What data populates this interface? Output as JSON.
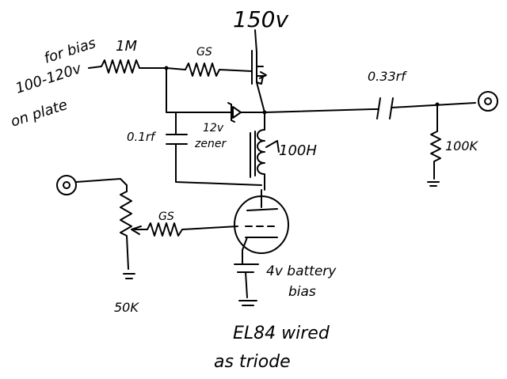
{
  "labels": {
    "supply": "150v",
    "bias_note_1": "for bias",
    "bias_note_2": "100-120v",
    "bias_note_3": "on plate",
    "r_1m": "1M",
    "r_gs_top": "GS",
    "c_033": "0.33rf",
    "c_01": "0.1rf",
    "zener_1": "12v",
    "zener_2": "zener",
    "inductor": "100H",
    "r_100k": "100K",
    "r_gs_grid": "GS",
    "pot": "50K",
    "battery_1": "4v battery",
    "battery_2": "bias",
    "tube_1": "EL84 wired",
    "tube_2": "as triode"
  }
}
